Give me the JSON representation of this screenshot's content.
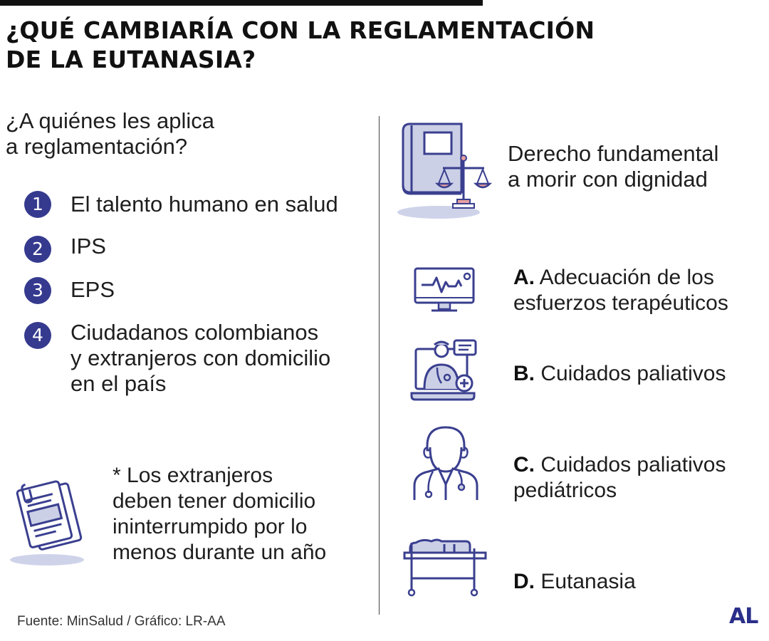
{
  "title": {
    "line1": "¿QUÉ CAMBIARÍA CON LA REGLAMENTACIÓN",
    "line2": "DE LA EUTANASIA?"
  },
  "left": {
    "heading_line1": "¿A quiénes les aplica",
    "heading_line2": "a reglamentación?",
    "items": [
      {
        "number": "1",
        "lines": [
          "El talento humano en salud"
        ]
      },
      {
        "number": "2",
        "lines": [
          "IPS"
        ]
      },
      {
        "number": "3",
        "lines": [
          "EPS"
        ]
      },
      {
        "number": "4",
        "lines": [
          "Ciudadanos colombianos",
          "y extranjeros con domicilio",
          "en el país"
        ]
      }
    ],
    "note_lines": [
      "* Los extranjeros",
      "deben tener domicilio",
      "ininterrumpido por lo",
      "menos durante un año"
    ]
  },
  "right": {
    "heading_line1": "Derecho fundamental",
    "heading_line2": "a morir con dignidad",
    "options": [
      {
        "letter": "A.",
        "line1": " Adecuación de los",
        "line2": "esfuerzos terapéuticos"
      },
      {
        "letter": "B.",
        "line1": " Cuidados paliativos",
        "line2": ""
      },
      {
        "letter": "C.",
        "line1": " Cuidados paliativos",
        "line2": "pediátricos"
      },
      {
        "letter": "D.",
        "line1": " Eutanasia",
        "line2": ""
      }
    ]
  },
  "icons": {
    "book": "law-book-scales-icon",
    "documents": "documents-icon",
    "monitor": "heart-monitor-icon",
    "telemedicine": "telemedicine-doctor-icon",
    "doctor": "doctor-icon",
    "bed": "hospital-bed-icon"
  },
  "footer": {
    "source": "Fuente: MinSalud / Gráfico: LR-AA",
    "logo": "AL"
  },
  "colors": {
    "navy": "#353a8f",
    "icon_stroke": "#3a3f8f",
    "icon_fill": "#ccd0e6",
    "accent_pink": "#e8a0a0",
    "text": "#1e1e1e"
  }
}
